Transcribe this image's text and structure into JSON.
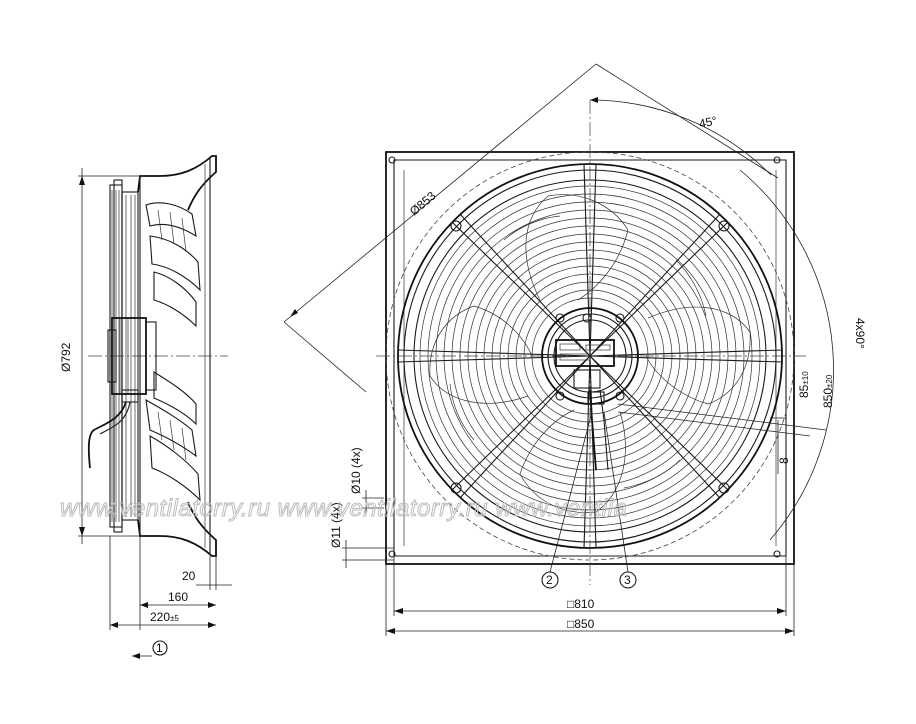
{
  "dimensions": {
    "diameter_792": "Ø792",
    "depth_20": "20",
    "depth_160": "160",
    "depth_220": "220",
    "depth_220_tol": "±5",
    "hole_10": "Ø10 (4x)",
    "hole_11": "Ø11 (4x)",
    "diameter_853": "Ø853",
    "angle_45": "45°",
    "angle_4x90": "4x90°",
    "dim_85": "85",
    "dim_85_tol": "±10",
    "dim_850_r": "850",
    "dim_850_r_tol": "±20",
    "dim_8": "8",
    "width_810": "□810",
    "width_850": "□850"
  },
  "balloons": {
    "b1": "1",
    "b2": "2",
    "b3": "3"
  },
  "watermark": {
    "text": "www.ventilatorry.ru   www.ventilatorry.ru   www.ventila"
  }
}
